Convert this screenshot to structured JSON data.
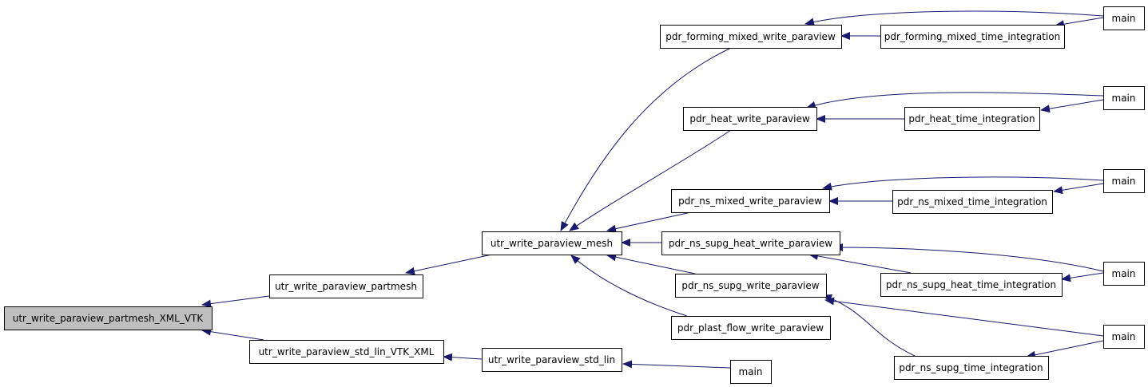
{
  "diagram": {
    "edge_color": "#191970",
    "root_fill": "#bfbfbf",
    "nodes": [
      {
        "id": "root",
        "label": "utr_write_paraview_partmesh_XML_VTK",
        "root": true
      },
      {
        "id": "partmesh",
        "label": "utr_write_paraview_partmesh"
      },
      {
        "id": "stdlinvtk",
        "label": "utr_write_paraview_std_lin_VTK_XML"
      },
      {
        "id": "mesh",
        "label": "utr_write_paraview_mesh"
      },
      {
        "id": "stdlin",
        "label": "utr_write_paraview_std_lin"
      },
      {
        "id": "main_stdlin",
        "label": "main"
      },
      {
        "id": "forming",
        "label": "pdr_forming_mixed_write_paraview"
      },
      {
        "id": "heat",
        "label": "pdr_heat_write_paraview"
      },
      {
        "id": "nsmixed",
        "label": "pdr_ns_mixed_write_paraview"
      },
      {
        "id": "nssupgheat",
        "label": "pdr_ns_supg_heat_write_paraview"
      },
      {
        "id": "nssupg",
        "label": "pdr_ns_supg_write_paraview"
      },
      {
        "id": "plast",
        "label": "pdr_plast_flow_write_paraview"
      },
      {
        "id": "forming_ti",
        "label": "pdr_forming_mixed_time_integration"
      },
      {
        "id": "heat_ti",
        "label": "pdr_heat_time_integration"
      },
      {
        "id": "nsmixed_ti",
        "label": "pdr_ns_mixed_time_integration"
      },
      {
        "id": "nssupgheat_ti",
        "label": "pdr_ns_supg_heat_time_integration"
      },
      {
        "id": "nssupg_ti",
        "label": "pdr_ns_supg_time_integration"
      },
      {
        "id": "main1",
        "label": "main"
      },
      {
        "id": "main2",
        "label": "main"
      },
      {
        "id": "main3",
        "label": "main"
      },
      {
        "id": "main4",
        "label": "main"
      },
      {
        "id": "main5",
        "label": "main"
      }
    ],
    "edges": [
      {
        "from": "partmesh",
        "to": "root"
      },
      {
        "from": "stdlinvtk",
        "to": "root"
      },
      {
        "from": "mesh",
        "to": "partmesh"
      },
      {
        "from": "stdlin",
        "to": "stdlinvtk"
      },
      {
        "from": "main_stdlin",
        "to": "stdlin"
      },
      {
        "from": "forming",
        "to": "mesh"
      },
      {
        "from": "heat",
        "to": "mesh"
      },
      {
        "from": "nsmixed",
        "to": "mesh"
      },
      {
        "from": "nssupgheat",
        "to": "mesh"
      },
      {
        "from": "nssupg",
        "to": "mesh"
      },
      {
        "from": "plast",
        "to": "mesh"
      },
      {
        "from": "main1",
        "to": "forming"
      },
      {
        "from": "forming_ti",
        "to": "forming"
      },
      {
        "from": "main1",
        "to": "forming_ti"
      },
      {
        "from": "main2",
        "to": "heat"
      },
      {
        "from": "heat_ti",
        "to": "heat"
      },
      {
        "from": "main2",
        "to": "heat_ti"
      },
      {
        "from": "main3",
        "to": "nsmixed"
      },
      {
        "from": "nsmixed_ti",
        "to": "nsmixed"
      },
      {
        "from": "main3",
        "to": "nsmixed_ti"
      },
      {
        "from": "main4",
        "to": "nssupgheat"
      },
      {
        "from": "nssupgheat_ti",
        "to": "nssupgheat"
      },
      {
        "from": "main4",
        "to": "nssupgheat_ti"
      },
      {
        "from": "main5",
        "to": "nssupg"
      },
      {
        "from": "nssupg_ti",
        "to": "nssupg"
      },
      {
        "from": "main5",
        "to": "nssupg_ti"
      }
    ]
  }
}
